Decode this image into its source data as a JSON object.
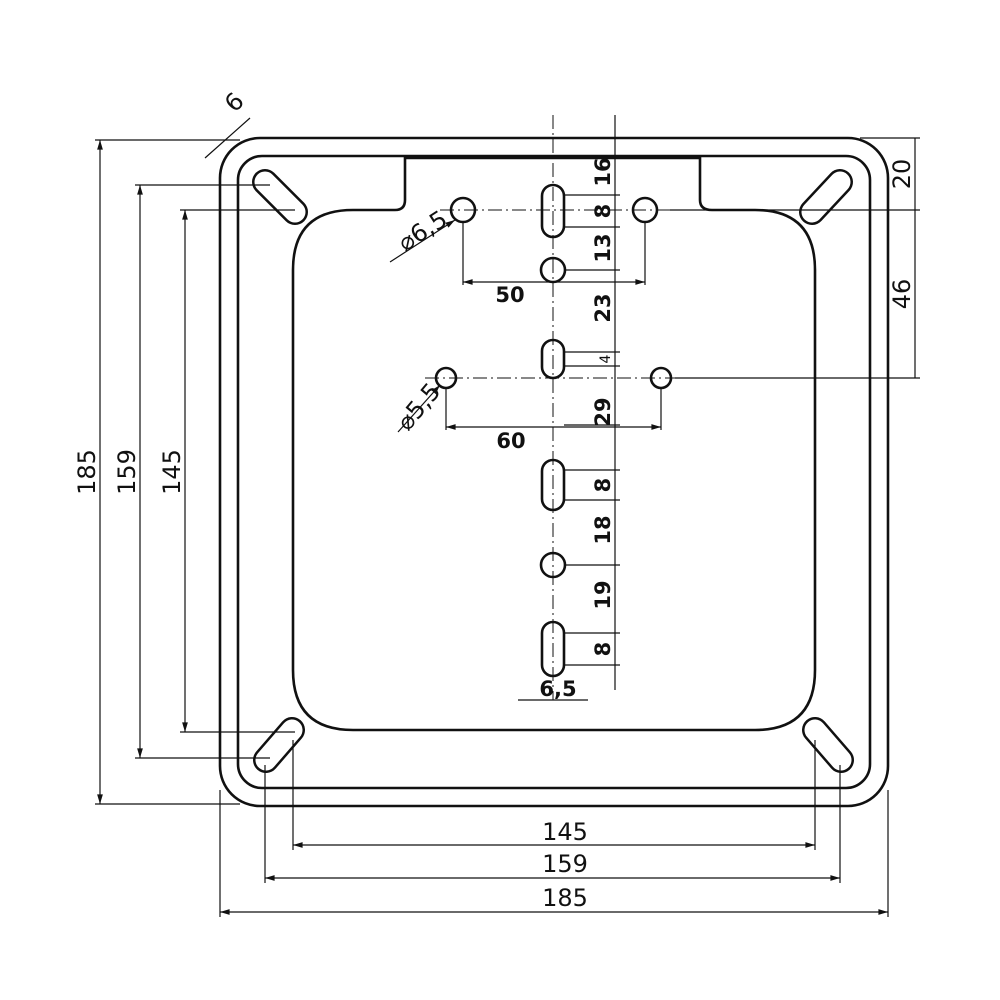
{
  "dimensions": {
    "left_overall": "185",
    "left_slots": "159",
    "left_inner": "145",
    "bottom_inner": "145",
    "bottom_slots": "159",
    "bottom_overall": "185",
    "right_top": "20",
    "right_mid": "46",
    "slot_width_corner": "6",
    "hole_upper_dia": "⌀6,5",
    "hole_lower_dia": "⌀5,5",
    "upper_hole_spacing": "50",
    "lower_hole_spacing": "60",
    "v_16": "16",
    "v_8a": "8",
    "v_13": "13",
    "v_23": "23",
    "v_4": "4",
    "v_29": "29",
    "v_8b": "8",
    "v_18": "18",
    "v_19": "19",
    "v_8c": "8",
    "slot_width_center": "6,5"
  },
  "colors": {
    "line": "#111111",
    "background": "#ffffff"
  }
}
